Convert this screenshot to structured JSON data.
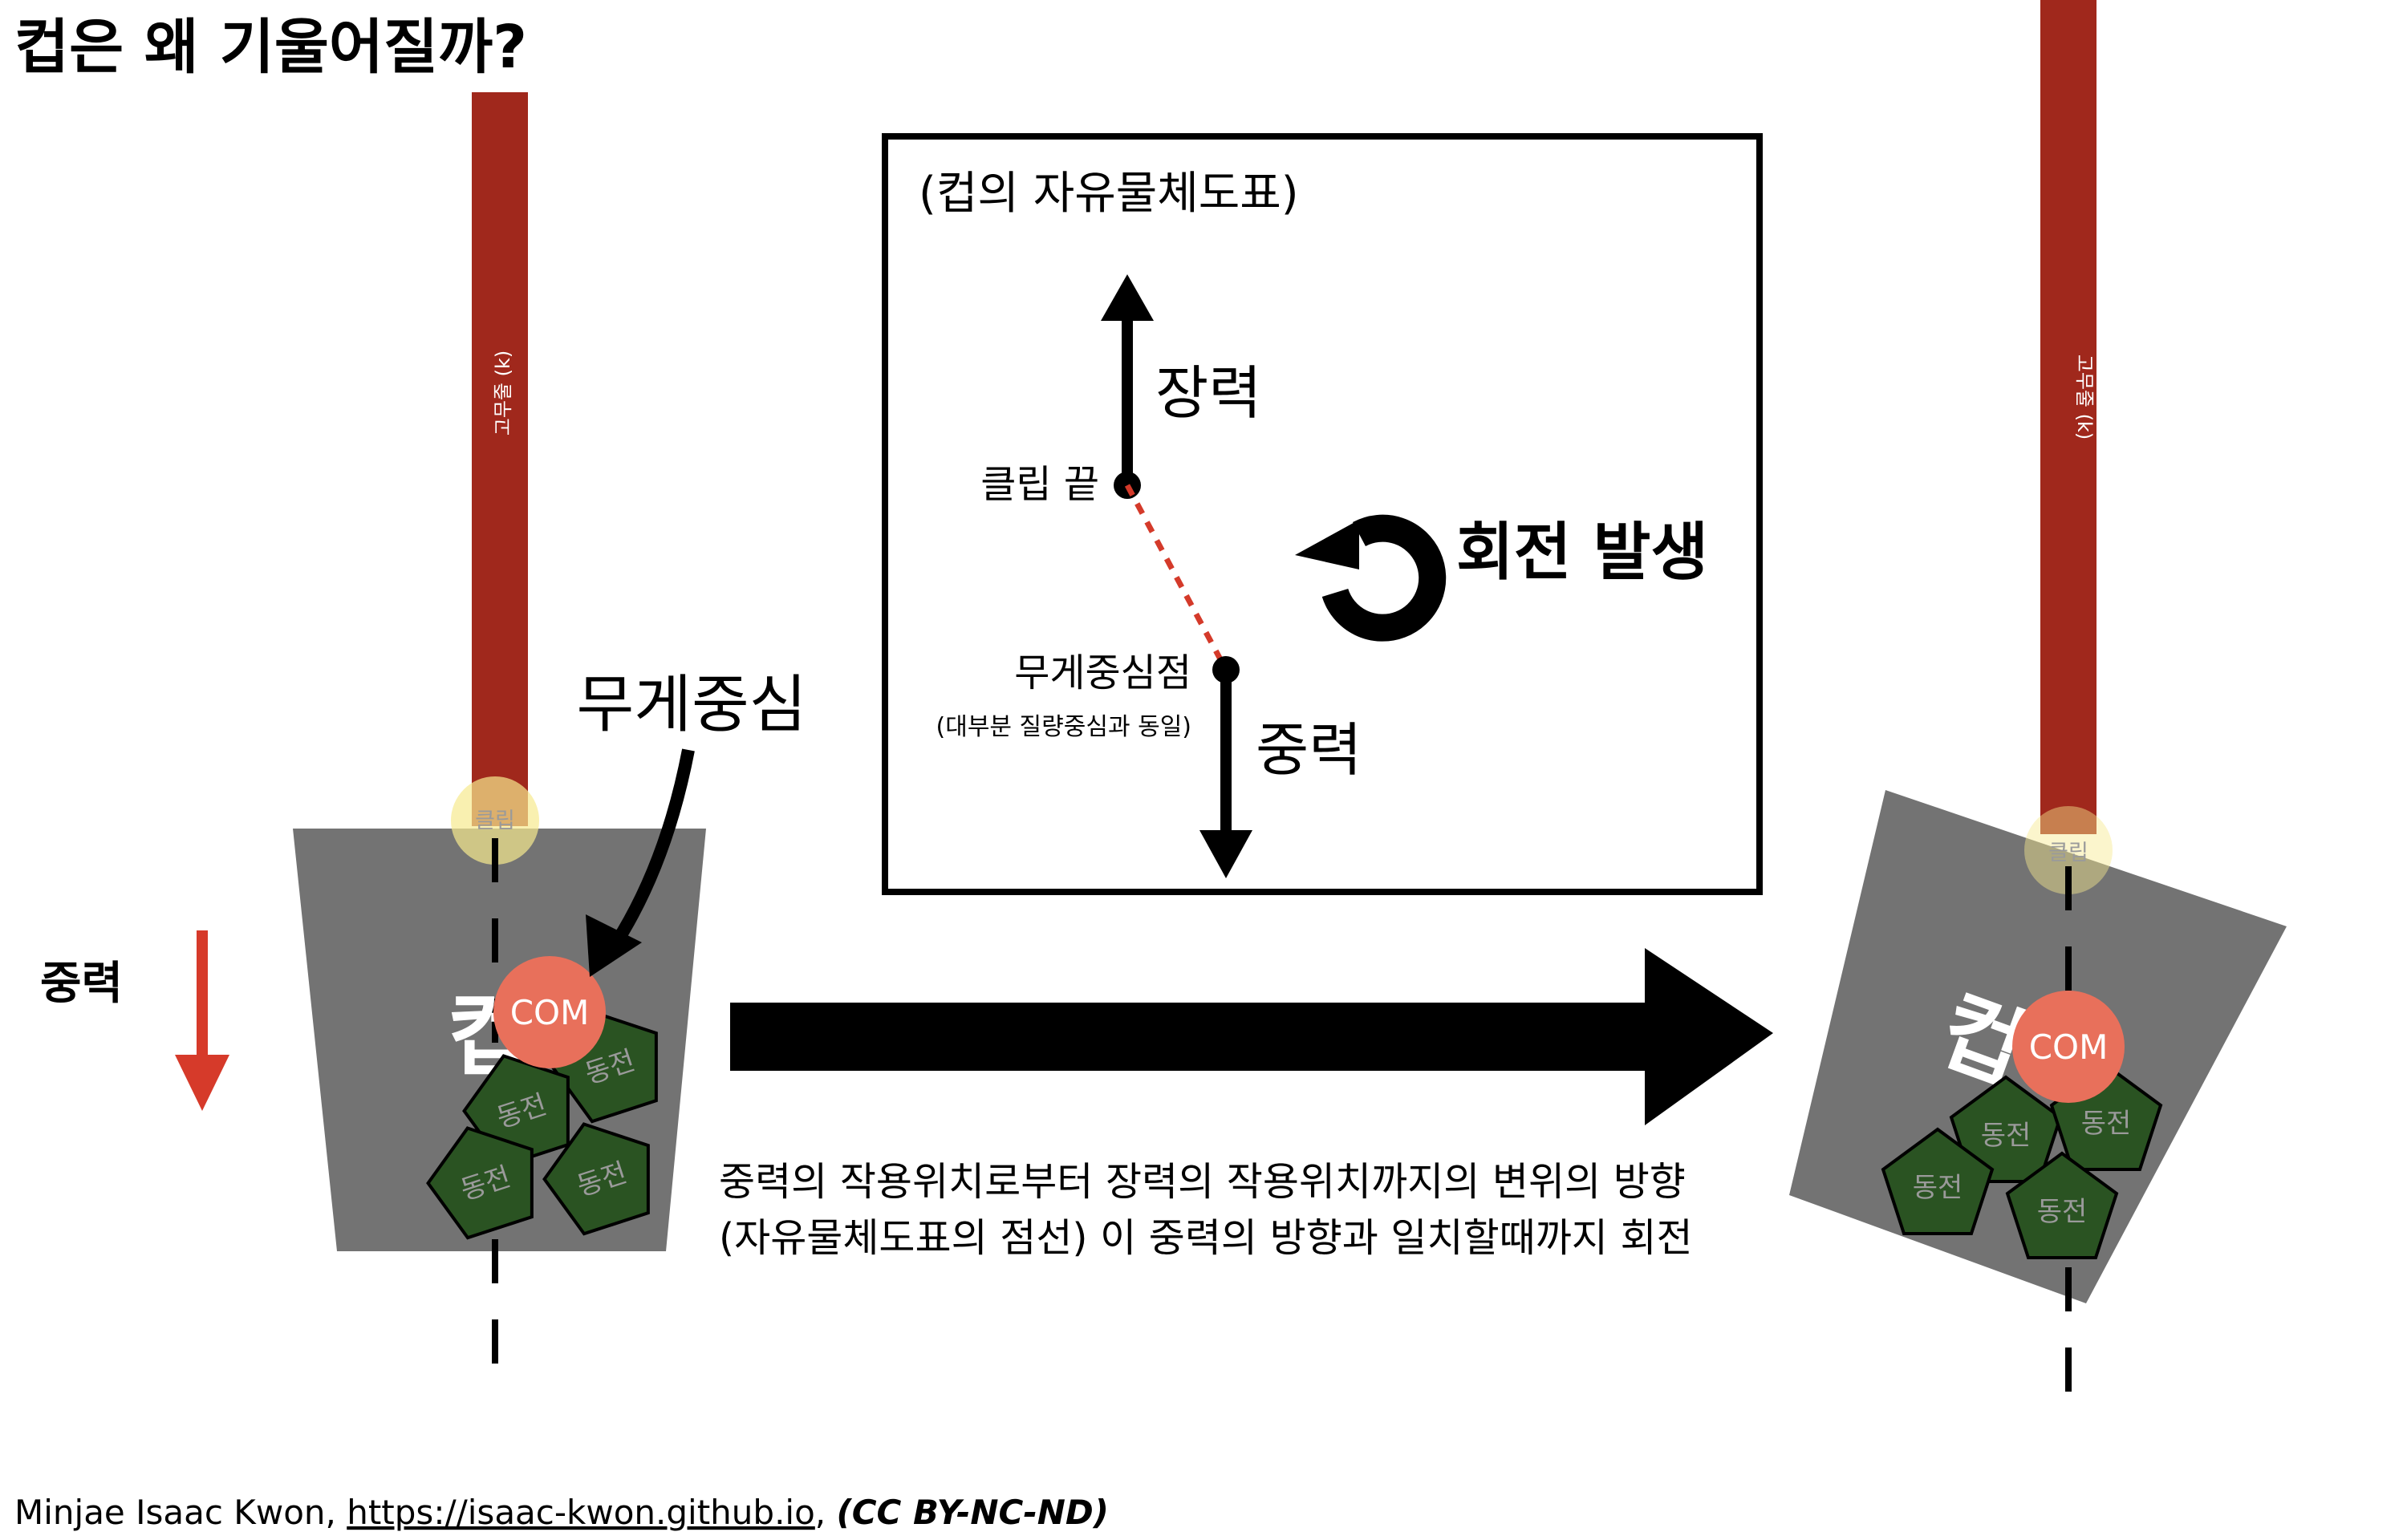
{
  "title": "컵은 왜 기울어질까?",
  "labels": {
    "band": "고무줄 (k)",
    "clip": "클립",
    "cup": "컵",
    "com": "COM",
    "coin": "동전",
    "center_of_mass": "무게중심",
    "gravity": "중력"
  },
  "fbd": {
    "title": "(컵의 자유물체도표)",
    "tension": "장력",
    "clip_end": "클립 끝",
    "com_point": "무게중심점",
    "com_note": "(대부분 질량중심과 동일)",
    "gravity": "중력",
    "rotation": "회전 발생"
  },
  "explanation": {
    "line1": "중력의 작용위치로부터 장력의 작용위치까지의 변위의 방향",
    "line2": "(자유물체도표의 점선) 이 중력의 방향과 일치할때까지 회전"
  },
  "credit": {
    "author": "Minjae Isaac Kwon, ",
    "url": "https://isaac-kwon.github.io",
    "sep": ", ",
    "license": "(CC BY-NC-ND)"
  },
  "colors": {
    "band": "#a0281c",
    "cup": "#737373",
    "coin": "#2a5322",
    "com": "#e8705b",
    "clip": "#f7e98e",
    "gravity_arrow": "#d63a2a",
    "rotation_line": "#d43a2a"
  }
}
